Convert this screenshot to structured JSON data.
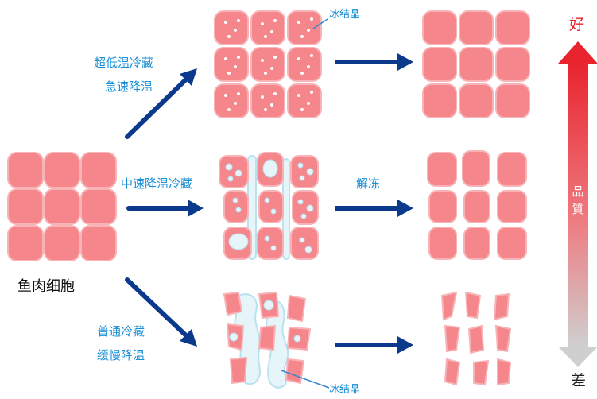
{
  "labels": {
    "fish_cells": "鱼肉细胞",
    "ultra_low_temp": "超低温冷藏",
    "rapid_cooling": "急速降温",
    "medium_speed": "中速降温冷藏",
    "normal_refrigeration": "普通冷藏",
    "slow_cooling": "缓慢降温",
    "thaw": "解冻",
    "ice_crystal_top": "冰结晶",
    "ice_crystal_bottom": "冰结晶",
    "quality_good": "好",
    "quality_bad": "差",
    "quality_axis_line1": "品",
    "quality_axis_line2": "質"
  },
  "colors": {
    "cell_fill": "#f4868c",
    "cell_stroke": "#f8b3b6",
    "ice": "#e6f5fa",
    "ice_stroke": "#b9e1ee",
    "arrow": "#0b3a8c",
    "label_blue": "#1a8fd8",
    "quality_top": "#e8242f",
    "quality_bottom": "#c8c8c8"
  }
}
